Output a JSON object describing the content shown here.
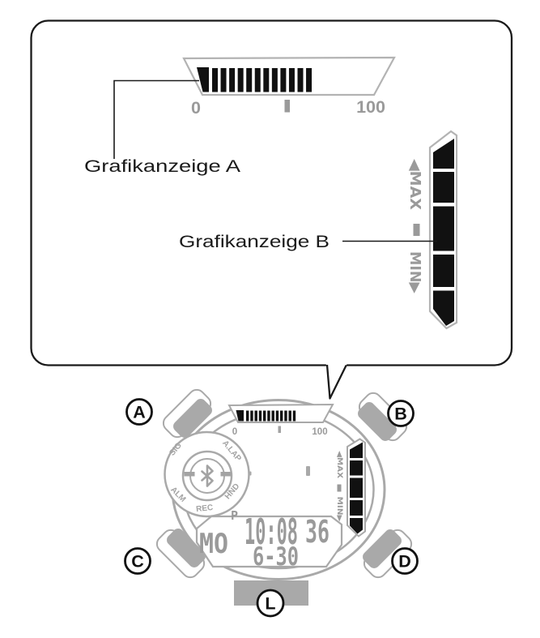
{
  "figure": {
    "bubble": {
      "label_a": "Grafikanzeige A",
      "label_b": "Grafikanzeige B"
    },
    "display_a": {
      "scale_min": "0",
      "scale_max": "100",
      "bars": 12
    },
    "display_b": {
      "max_label": "◀MAX",
      "min_label": "MIN▶",
      "segments": 5
    },
    "watch": {
      "bezel_labels": [
        "SIG",
        "A.LAP",
        "ALM",
        "REC",
        "HND"
      ],
      "dial_center_icon": "bluetooth-icon",
      "lcd": {
        "day": "MO",
        "pm_indicator": "P",
        "time": "10:08",
        "seconds": "36",
        "date": "6-30"
      },
      "display_a": {
        "scale_min": "0",
        "scale_max": "100",
        "bars": 12
      },
      "display_b": {
        "max_label": "◀MAX",
        "min_label": "MIN▶",
        "segments": 5
      },
      "button_labels": {
        "a": "A",
        "b": "B",
        "c": "C",
        "d": "D",
        "l": "L"
      }
    },
    "colors": {
      "outline_black": "#1a1a1a",
      "case_gray": "#a9a9a9",
      "label_gray": "#9a9a9a",
      "segment_black": "#111111"
    }
  }
}
